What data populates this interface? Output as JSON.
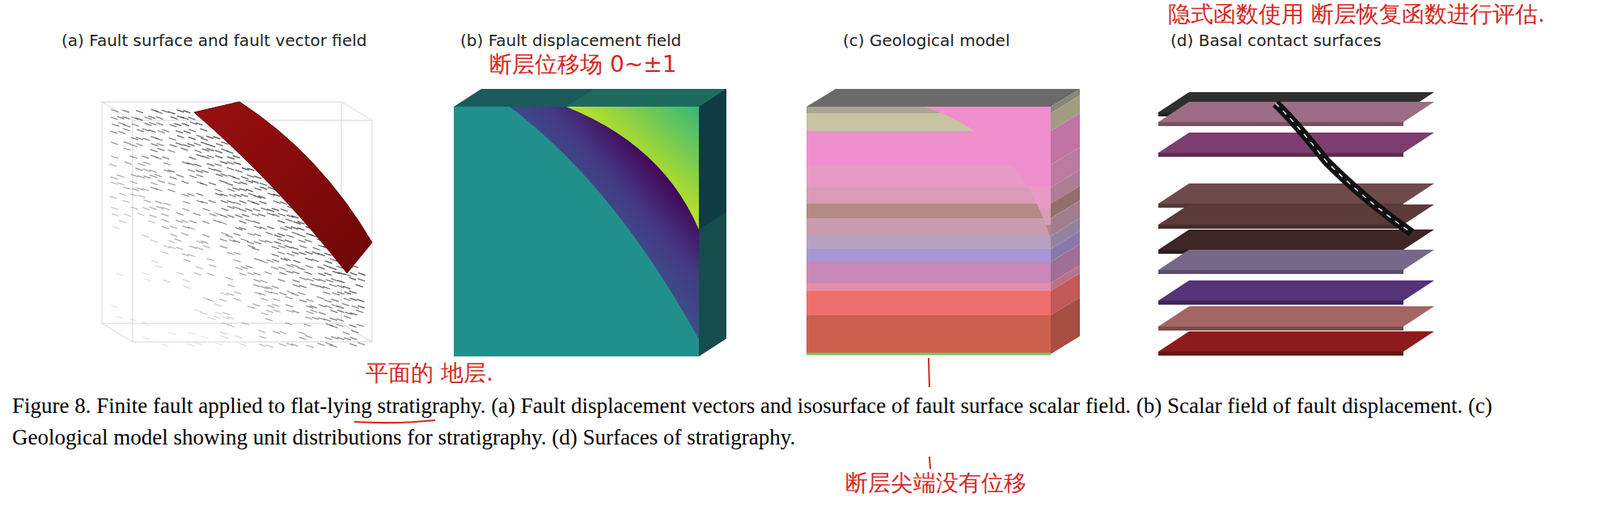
{
  "diagram": {
    "caption": "Figure 8. Finite fault applied to flat-lying stratigraphy. (a) Fault displacement vectors and isosurface of fault surface scalar field. (b) Scalar field of fault displacement. (c) Geological model showing unit distributions for stratigraphy. (d) Surfaces of stratigraphy.",
    "labels": [
      "(a) Fault surface and fault vector field",
      "(b) Fault displacement field",
      "(c) Geological model",
      "(d) Basal contact surfaces",
      "隐式函数使用 断层恢复函数进行评估.",
      "断层位移场 0~±1",
      "平面的 地层.",
      "断层尖端没有位移"
    ]
  }
}
